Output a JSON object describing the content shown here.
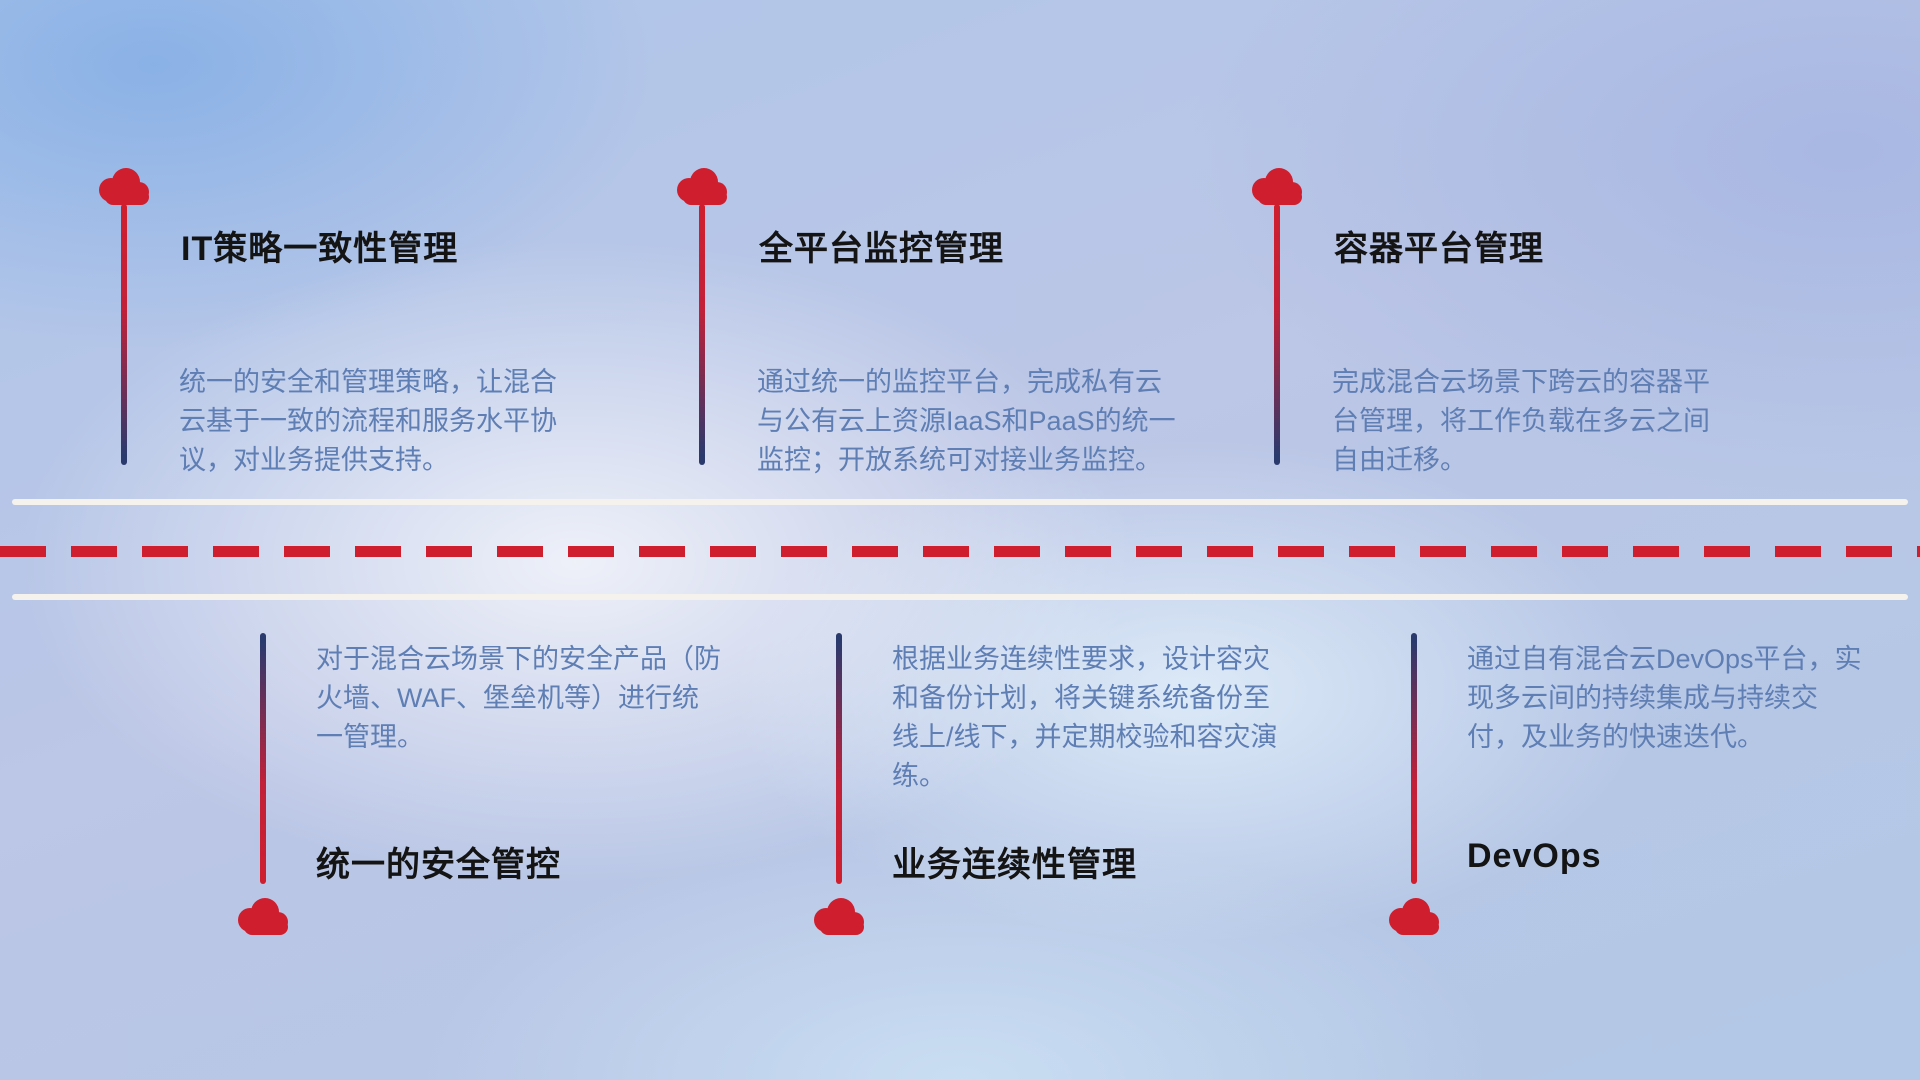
{
  "colors": {
    "accent_red": "#cf1f2e",
    "line_navy": "#2b3a6d",
    "title_text": "#141414",
    "desc_text": "#5e7eb4",
    "divider_white": "#f5f2ee",
    "background_tint": "#b6c3e2"
  },
  "top_items": [
    {
      "icon": "cloud",
      "title": "IT策略一致性管理",
      "desc": "统一的安全和管理策略，让混合云基于一致的流程和服务水平协议，对业务提供支持。"
    },
    {
      "icon": "cloud",
      "title": "全平台监控管理",
      "desc": "通过统一的监控平台，完成私有云与公有云上资源IaaS和PaaS的统一监控；开放系统可对接业务监控。"
    },
    {
      "icon": "cloud",
      "title": "容器平台管理",
      "desc": "完成混合云场景下跨云的容器平台管理，将工作负载在多云之间自由迁移。"
    }
  ],
  "bottom_items": [
    {
      "icon": "cloud",
      "title": "统一的安全管控",
      "desc": "对于混合云场景下的安全产品（防火墙、WAF、堡垒机等）进行统一管理。"
    },
    {
      "icon": "cloud",
      "title": "业务连续性管理",
      "desc": "根据业务连续性要求，设计容灾和备份计划，将关键系统备份至线上/线下，并定期校验和容灾演练。"
    },
    {
      "icon": "cloud",
      "title": "DevOps",
      "desc": "通过自有混合云DevOps平台，实现多云间的持续集成与持续交付，及业务的快速迭代。"
    }
  ]
}
